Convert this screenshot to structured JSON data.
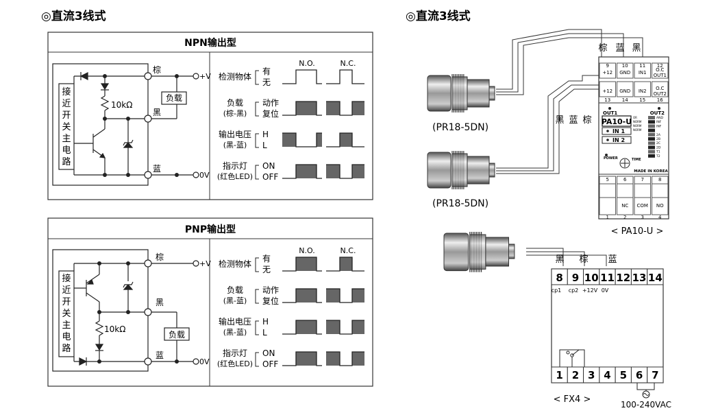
{
  "left_section": {
    "title": "◎直流3线式",
    "npn": {
      "header": "NPN输出型",
      "sensor_label": [
        "接",
        "近",
        "开",
        "关",
        "主",
        "电",
        "路"
      ],
      "resistor": "10kΩ",
      "load": "负载",
      "wire_brown": "棕",
      "wire_black": "黑",
      "wire_blue": "蓝",
      "plus_v": "+V",
      "zero_v": "0V",
      "col_no": "N.O.",
      "col_nc": "N.C.",
      "rows": [
        {
          "label": "检测物体",
          "label2": "",
          "s1": "有",
          "s2": "无"
        },
        {
          "label": "负载",
          "label2": "(棕-黑)",
          "s1": "动作",
          "s2": "复位"
        },
        {
          "label": "输出电压",
          "label2": "(黑-蓝)",
          "s1": "H",
          "s2": "L"
        },
        {
          "label": "指示灯",
          "label2": "(红色LED)",
          "s1": "ON",
          "s2": "OFF"
        }
      ]
    },
    "pnp": {
      "header": "PNP输出型",
      "sensor_label": [
        "接",
        "近",
        "开",
        "关",
        "主",
        "电",
        "路"
      ],
      "resistor": "10kΩ",
      "load": "负载",
      "wire_brown": "棕",
      "wire_black": "黑",
      "wire_blue": "蓝",
      "plus_v": "+V",
      "zero_v": "0V",
      "col_no": "N.O.",
      "col_nc": "N.C.",
      "rows": [
        {
          "label": "检测物体",
          "label2": "",
          "s1": "有",
          "s2": "无"
        },
        {
          "label": "负载",
          "label2": "(黑-蓝)",
          "s1": "动作",
          "s2": "复位"
        },
        {
          "label": "输出电压",
          "label2": "(黑-蓝)",
          "s1": "H",
          "s2": "L"
        },
        {
          "label": "指示灯",
          "label2": "(红色LED)",
          "s1": "ON",
          "s2": "OFF"
        }
      ]
    }
  },
  "right_section": {
    "title": "◎直流3线式",
    "sensor1_label": "(PR18-5DN)",
    "sensor2_label": "(PR18-5DN)",
    "wire_top": [
      "棕",
      "蓝",
      "黑"
    ],
    "wire_mid": [
      "黑",
      "蓝",
      "棕"
    ],
    "pa10": {
      "name": "PA10-U",
      "caption": "< PA10-U >",
      "top_nums": [
        "9",
        "10",
        "11",
        "12"
      ],
      "top_labels": [
        "+12",
        "GND",
        "IN1",
        "O.C OUT1"
      ],
      "mid_nums": [
        "13",
        "14",
        "15",
        "16"
      ],
      "mid_labels": [
        "+12",
        "GND",
        "IN2",
        "O.C OUT2"
      ],
      "out1": "OUT1",
      "out2": "OUT2",
      "in1": "IN 1",
      "in2": "IN 2",
      "power": "POWER",
      "time": "TIME",
      "made": "MADE IN KOREA",
      "switch_labels": [
        "OR",
        "NORM",
        "NORM",
        "NORM"
      ],
      "right_labels": [
        "AND",
        "INF",
        "INF",
        "",
        "2A",
        "2B",
        "2C",
        "2D",
        "T1",
        "T2"
      ],
      "bottom_top_nums": [
        "5",
        "6",
        "7",
        "8"
      ],
      "bottom_labels": [
        "",
        "NC",
        "COM",
        "NO"
      ],
      "bottom_nums": [
        "1",
        "2",
        "3",
        "4"
      ]
    },
    "fx4": {
      "wire_labels": [
        "黑",
        "棕",
        "蓝"
      ],
      "top_terms": [
        "8",
        "9",
        "10",
        "11",
        "12",
        "13",
        "14"
      ],
      "sub_labels": [
        "cp1",
        "cp2",
        "+12V",
        "0V"
      ],
      "bottom_terms": [
        "1",
        "2",
        "3",
        "4",
        "5",
        "6",
        "7"
      ],
      "caption": "< FX4 >",
      "voltage": "100-240VAC"
    }
  }
}
